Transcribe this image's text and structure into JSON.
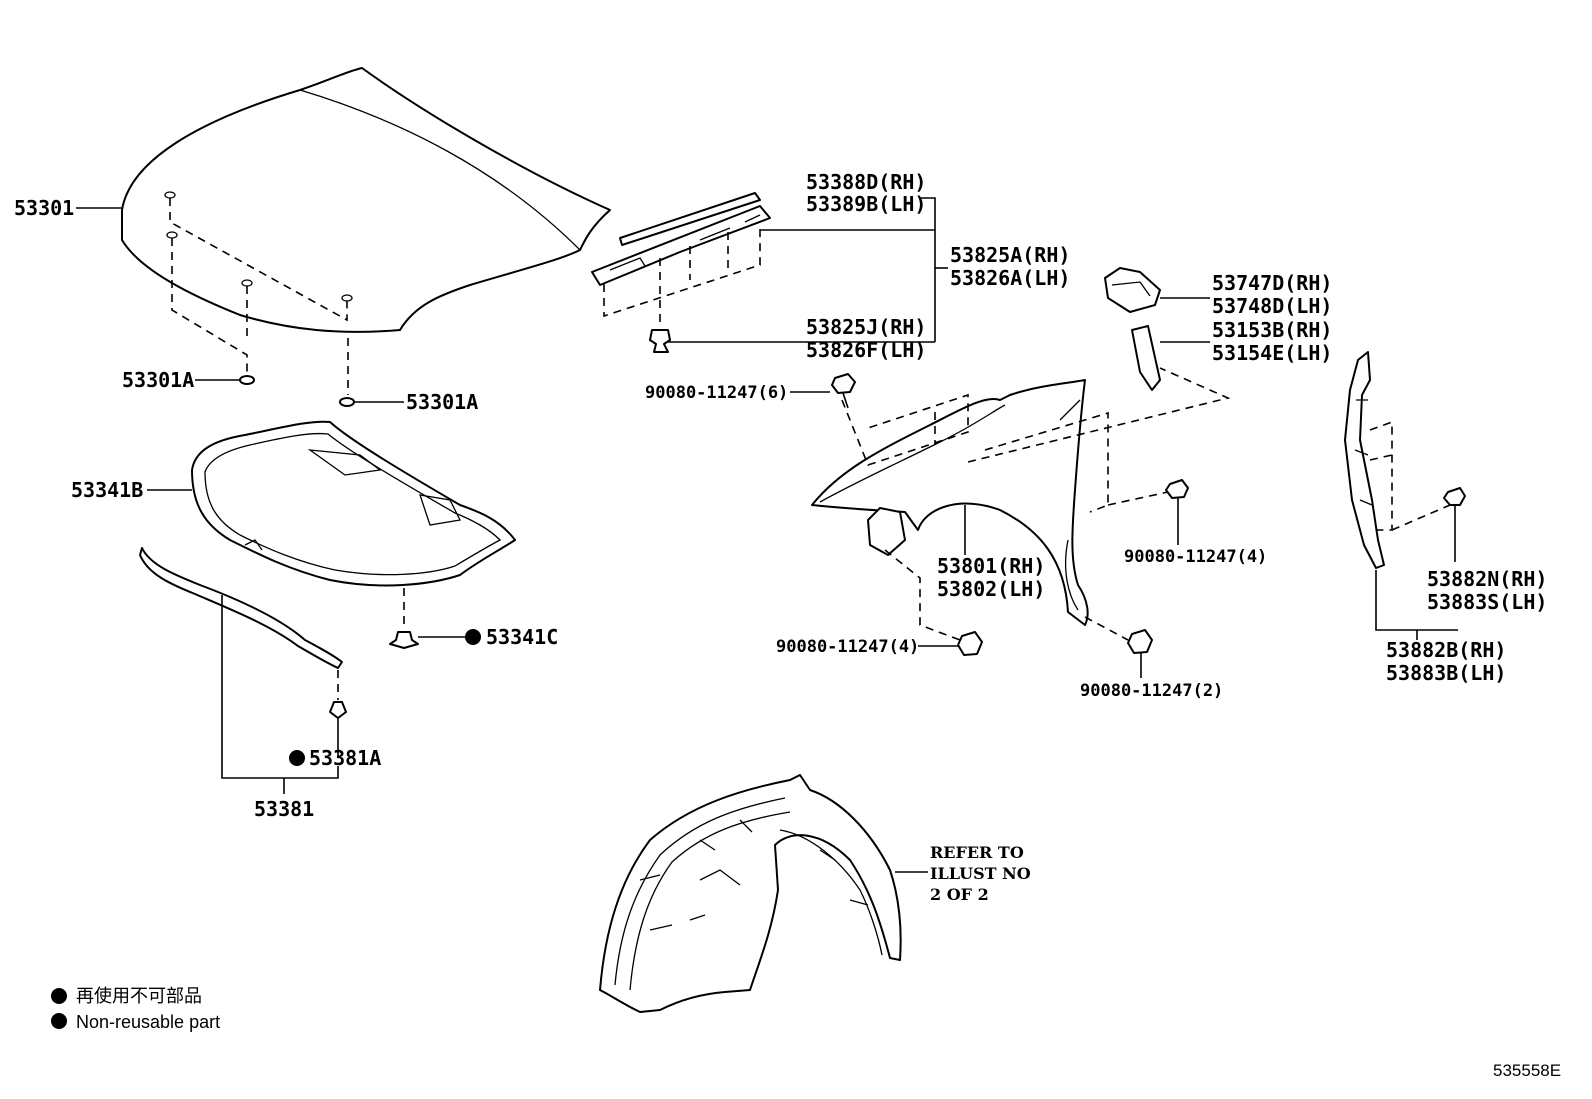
{
  "labels": {
    "p53301": "53301",
    "p53301a_left": "53301A",
    "p53301a_right": "53301A",
    "p53341b": "53341B",
    "p53341c": "53341C",
    "p53381a": "53381A",
    "p53381": "53381",
    "p53388d": "53388D(RH)",
    "p53389b": "53389B(LH)",
    "p53825a": "53825A(RH)",
    "p53826a": "53826A(LH)",
    "p53825j": "53825J(RH)",
    "p53826f": "53826F(LH)",
    "p53747d": "53747D(RH)",
    "p53748d": "53748D(LH)",
    "p53153b": "53153B(RH)",
    "p53154e": "53154E(LH)",
    "bolt6": "90080-11247(6)",
    "bolt4_right": "90080-11247(4)",
    "bolt4_lower": "90080-11247(4)",
    "bolt2": "90080-11247(2)",
    "p53801": "53801(RH)",
    "p53802": "53802(LH)",
    "p53882n": "53882N(RH)",
    "p53883s": "53883S(LH)",
    "p53882b": "53882B(RH)",
    "p53883b": "53883B(LH)"
  },
  "refer_note": {
    "line1": "REFER TO",
    "line2": "ILLUST NO",
    "line3": "2 OF 2"
  },
  "legend": {
    "japanese": "再使用不可部品",
    "english": "Non-reusable part"
  },
  "diagram_code": "535558E"
}
